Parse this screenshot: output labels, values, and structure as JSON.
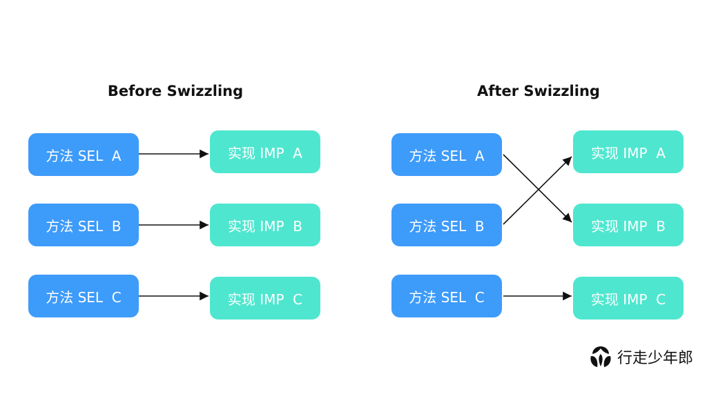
{
  "colors": {
    "sel": "#3d9bfa",
    "imp": "#4fe6cf",
    "arrow": "#111111"
  },
  "before": {
    "title": "Before Swizzling",
    "sel": [
      "方法 SEL  A",
      "方法 SEL  B",
      "方法 SEL  C"
    ],
    "imp": [
      "实现 IMP  A",
      "实现 IMP  B",
      "实现 IMP  C"
    ]
  },
  "after": {
    "title": "After Swizzling",
    "sel": [
      "方法 SEL  A",
      "方法 SEL  B",
      "方法 SEL  C"
    ],
    "imp": [
      "实现 IMP  A",
      "实现 IMP  B",
      "实现 IMP  C"
    ]
  },
  "brand": {
    "logo_icon": "leaf-logo-icon",
    "text": "行走少年郎"
  }
}
